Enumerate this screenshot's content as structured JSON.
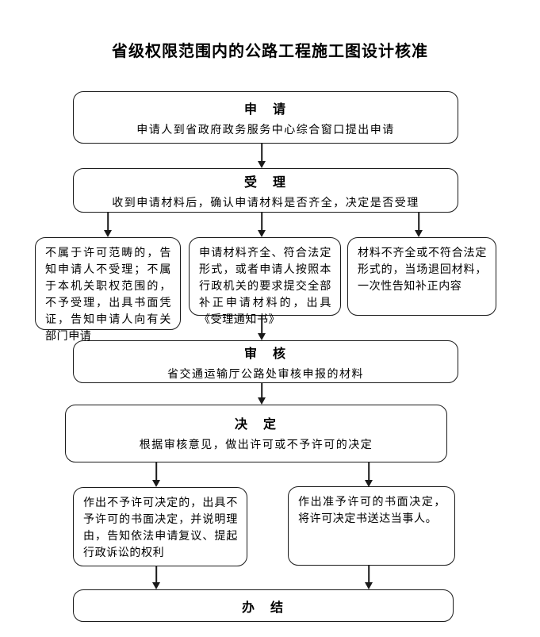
{
  "page": {
    "title": "省级权限范围内的公路工程施工图设计核准",
    "background_color": "#ffffff",
    "line_color": "#1a1a1a",
    "text_color": "#000000"
  },
  "nodes": {
    "apply": {
      "title": "申　请",
      "desc": "申请人到省政府政务服务中心综合窗口提出申请"
    },
    "accept": {
      "title": "受　理",
      "desc": "收到申请材料后，确认申请材料是否齐全，决定是否受理"
    },
    "branch_not_in_scope": {
      "text": "不属于许可范畴的，告知申请人不受理；不属于本机关职权范围的，不予受理，出具书面凭证，告知申请人向有关部门申请"
    },
    "branch_complete": {
      "text": "申请材料齐全、符合法定形式，或者申请人按照本行政机关的要求提交全部补正申请材料的，出具《受理通知书》"
    },
    "branch_incomplete": {
      "text": "材料不齐全或不符合法定形式的，当场退回材料，一次性告知补正内容"
    },
    "review": {
      "title": "审　核",
      "desc": "省交通运输厅公路处审核申报的材料"
    },
    "decide": {
      "title": "决　定",
      "desc": "根据审核意见，做出许可或不予许可的决定"
    },
    "deny": {
      "text": "作出不予许可决定的，出具不予许可的书面决定，并说明理由，告知依法申请复议、提起行政诉讼的权利"
    },
    "grant": {
      "text": "作出准予许可的书面决定，将许可决定书送达当事人。"
    },
    "finish": {
      "title": "办　结"
    }
  }
}
